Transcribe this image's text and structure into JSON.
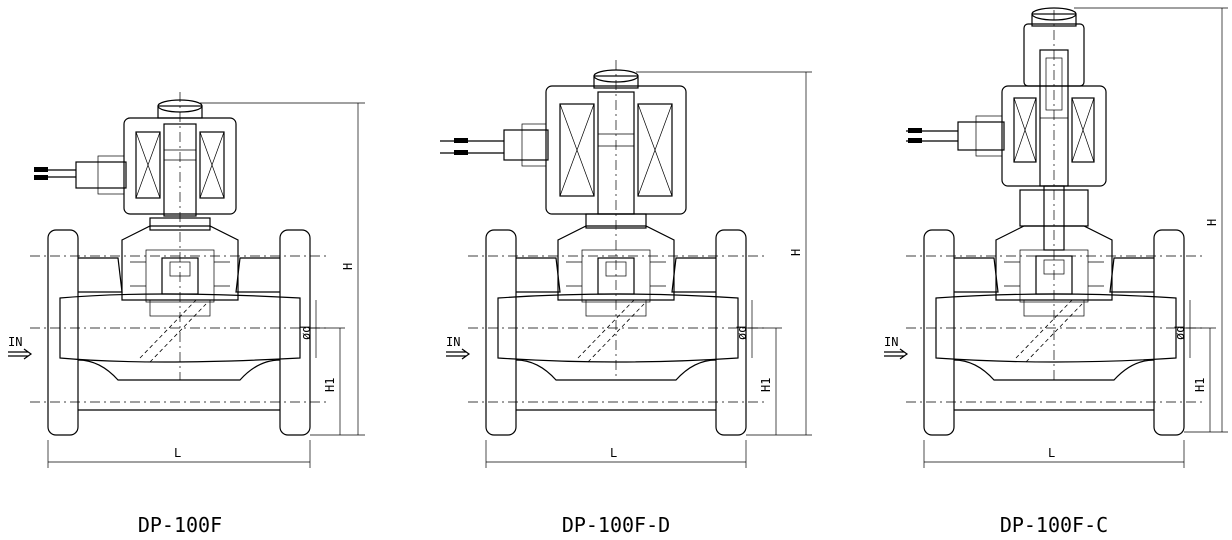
{
  "drawings": [
    {
      "model": "DP-100F",
      "inlet_label": "IN",
      "dimensions": {
        "height": "H",
        "height_center": "H1",
        "length": "L",
        "diameter": "ød"
      }
    },
    {
      "model": "DP-100F-D",
      "inlet_label": "IN",
      "dimensions": {
        "height": "H",
        "height_center": "H1",
        "length": "L",
        "diameter": "ød"
      }
    },
    {
      "model": "DP-100F-C",
      "inlet_label": "IN",
      "dimensions": {
        "height": "H",
        "height_center": "H1",
        "length": "L",
        "diameter": "ød"
      }
    }
  ]
}
